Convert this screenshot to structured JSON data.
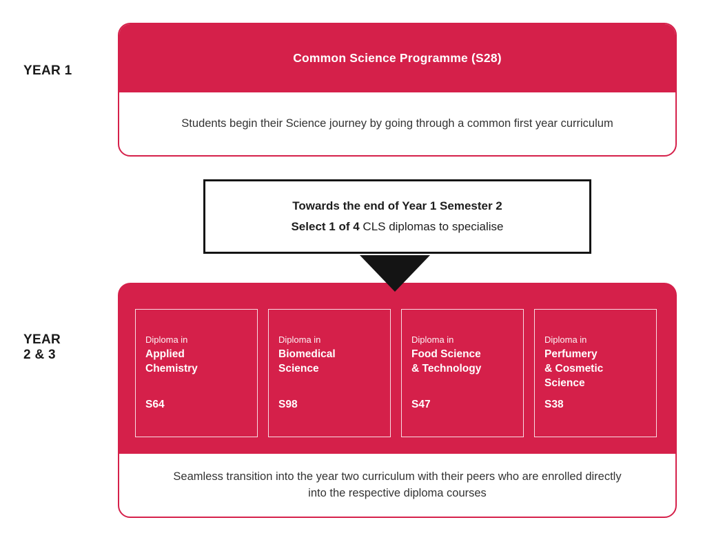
{
  "accent_color": "#d5204a",
  "labels": {
    "year1": "YEAR 1",
    "year23_line1": "YEAR",
    "year23_line2": "2 & 3"
  },
  "year1_box": {
    "header": "Common Science Programme (S28)",
    "body": "Students begin their Science journey by going through a common first year curriculum"
  },
  "select_box": {
    "line1": "Towards the end of Year 1 Semester 2",
    "line2_bold": "Select 1 of 4",
    "line2_rest": " CLS diplomas to specialise"
  },
  "year23_box": {
    "diplomas": [
      {
        "prefix": "Diploma in",
        "name": "Applied\nChemistry",
        "code": "S64"
      },
      {
        "prefix": "Diploma in",
        "name": "Biomedical\nScience",
        "code": "S98"
      },
      {
        "prefix": "Diploma in",
        "name": "Food Science\n& Technology",
        "code": "S47"
      },
      {
        "prefix": "Diploma in",
        "name": "Perfumery\n& Cosmetic\nScience",
        "code": "S38"
      }
    ],
    "footer": "Seamless transition into the year two curriculum with their peers who are enrolled directly into the respective diploma courses"
  }
}
